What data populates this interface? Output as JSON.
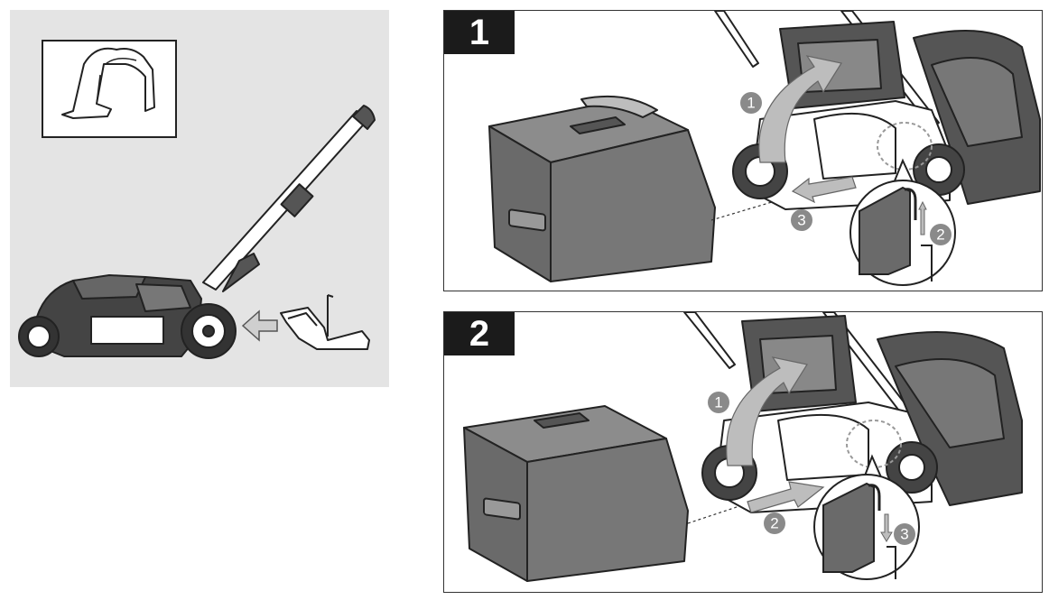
{
  "panel_left": {
    "inset_icon": "grass-catcher-inset",
    "mower_icon": "lawn-mower",
    "arrow_icon": "insert-arrow",
    "part_icon": "mulching-plug"
  },
  "steps": [
    {
      "number": "1",
      "callouts": [
        "1",
        "3",
        "2"
      ],
      "icons": [
        "grass-bag",
        "mower-rear-door",
        "hook-detail"
      ]
    },
    {
      "number": "2",
      "callouts": [
        "1",
        "2",
        "3"
      ],
      "icons": [
        "grass-bag",
        "mower-rear-door",
        "hook-detail"
      ]
    }
  ],
  "colors": {
    "panel_bg": "#e4e4e4",
    "badge_bg": "#1b1b1b",
    "bag_fill": "#6e6e6e",
    "callout_fill": "#8a8a8a",
    "arrow_fill": "#bdbdbd"
  }
}
